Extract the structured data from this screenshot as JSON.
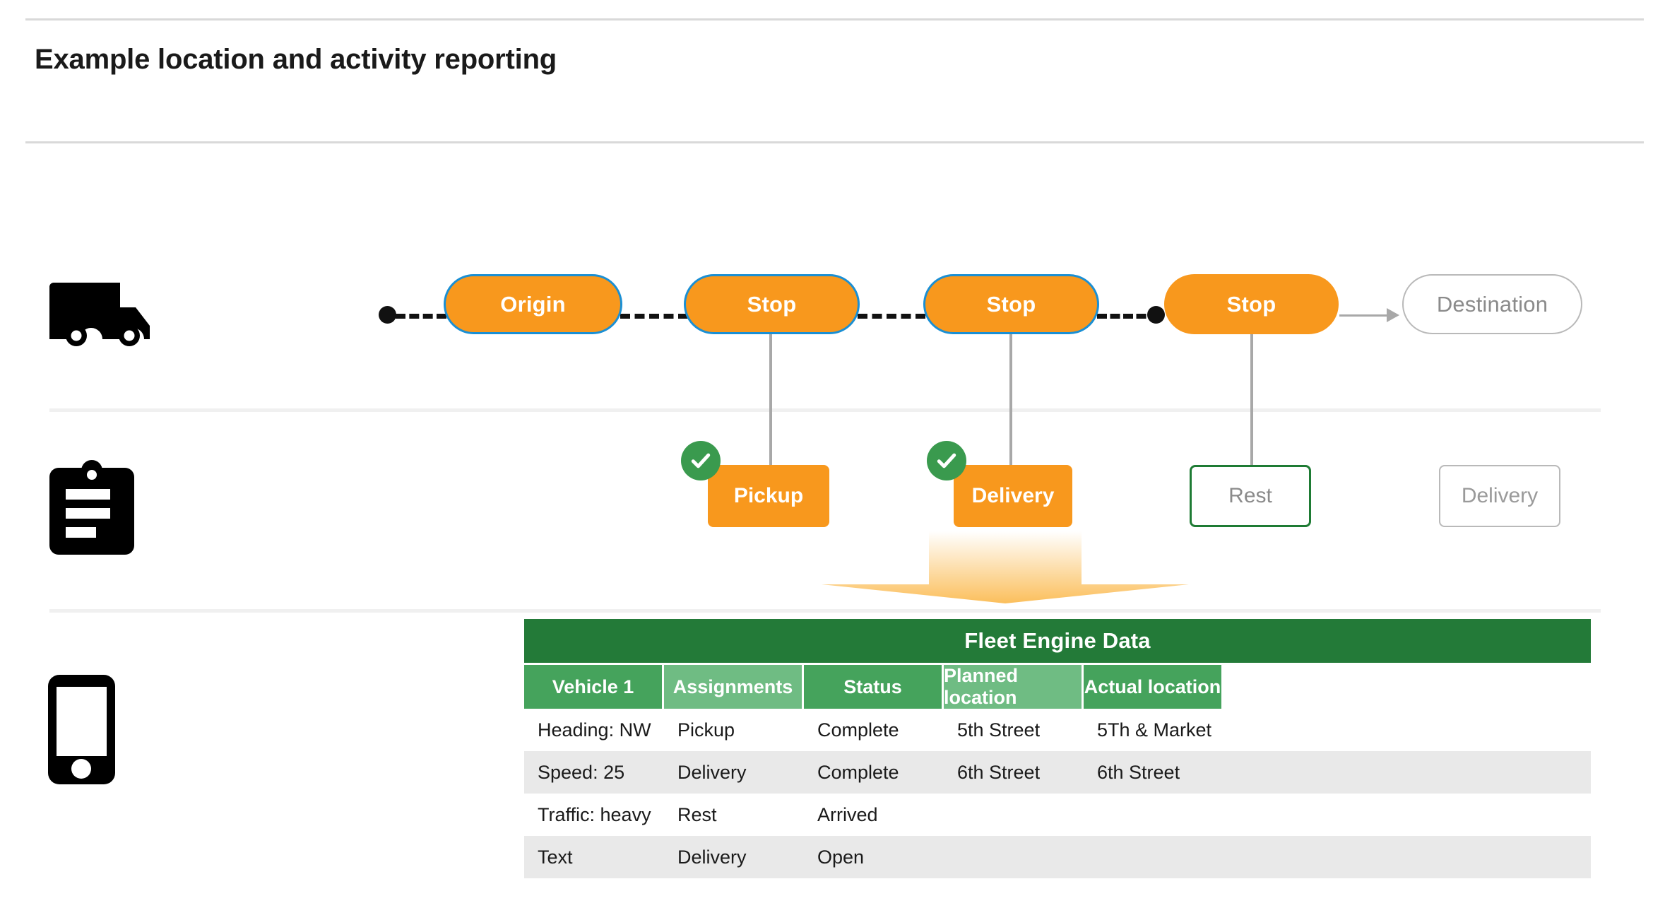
{
  "header": {
    "title": "Example location and activity reporting"
  },
  "gutter": {
    "truck_icon": "truck-icon",
    "clipboard_icon": "clipboard-icon",
    "phone_icon": "phone-icon"
  },
  "route": {
    "nodes": [
      {
        "label": "Origin",
        "style": "orange-bordered"
      },
      {
        "label": "Stop",
        "style": "orange-bordered"
      },
      {
        "label": "Stop",
        "style": "orange-bordered"
      },
      {
        "label": "Stop",
        "style": "orange-plain"
      },
      {
        "label": "Destination",
        "style": "ghost"
      }
    ],
    "colors": {
      "pill_fill": "#F8981D",
      "pill_border": "#1A8FD4",
      "ghost_border": "#b9b9b9",
      "ghost_text": "#8b8b8b",
      "dash": "#111111",
      "arrow": "#a8a8a8"
    }
  },
  "activities": [
    {
      "label": "Pickup",
      "state": "complete",
      "style": "filled"
    },
    {
      "label": "Delivery",
      "state": "complete",
      "style": "filled"
    },
    {
      "label": "Rest",
      "state": "arrived",
      "style": "outline-green"
    },
    {
      "label": "Delivery",
      "state": "open",
      "style": "outline-grey"
    }
  ],
  "activity_colors": {
    "filled": "#F8981D",
    "check_badge": "#3A9A4E",
    "green_border": "#1E7B34",
    "grey_border": "#b9b9b9"
  },
  "arrow": {
    "name": "gradient-down-arrow",
    "gradient_top": "#ffffff",
    "gradient_bottom": "#FBBF5C"
  },
  "table": {
    "title": "Fleet Engine Data",
    "title_bg": "#237A38",
    "header_shade_a": "#45A35C",
    "header_shade_b": "#6FBC83",
    "columns": [
      "Vehicle 1",
      "Assignments",
      "Status",
      "Planned location",
      "Actual location"
    ],
    "rows": [
      [
        "Heading: NW",
        "Pickup",
        "Complete",
        "5th Street",
        "5Th & Market"
      ],
      [
        "Speed: 25",
        "Delivery",
        "Complete",
        "6th Street",
        "6th Street"
      ],
      [
        "Traffic: heavy",
        "Rest",
        "Arrived",
        "",
        ""
      ],
      [
        "Text",
        "Delivery",
        "Open",
        "",
        ""
      ]
    ]
  }
}
